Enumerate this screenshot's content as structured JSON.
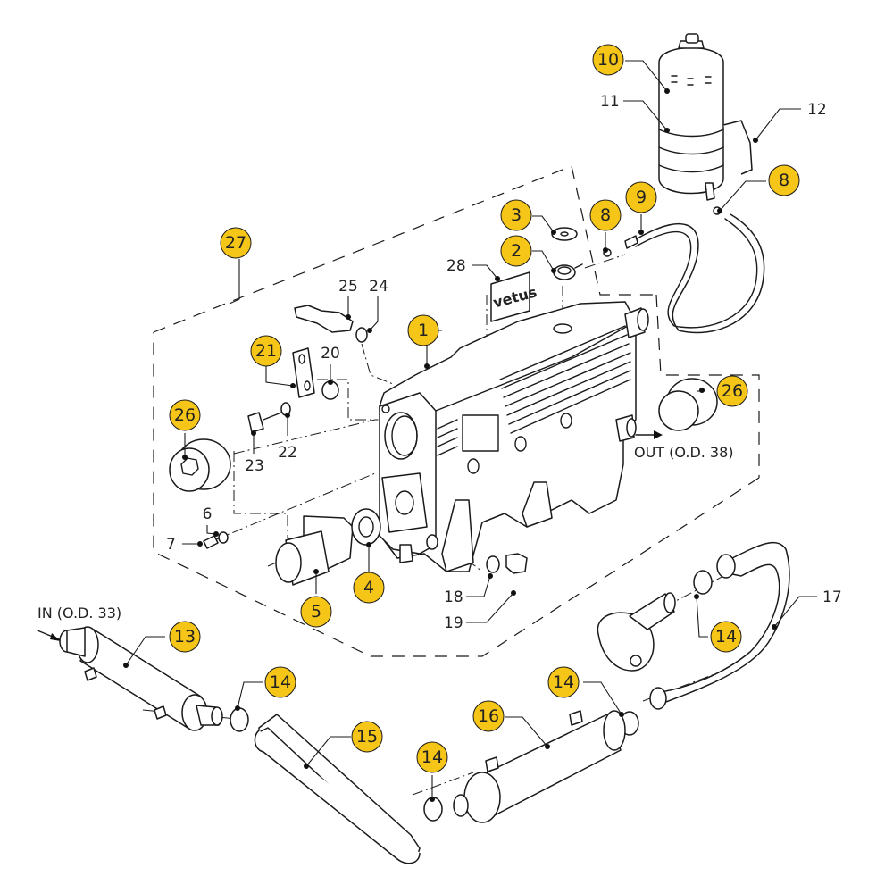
{
  "diagram": {
    "title": "Waterlock / heat exchanger exploded parts diagram",
    "colors": {
      "bubble_fill": "#F5C518",
      "line": "#1a1a1a",
      "background": "#ffffff"
    },
    "notes": {
      "inlet": "IN (O.D. 33)",
      "outlet": "OUT (O.D. 38)",
      "brand_plate": "vetus"
    },
    "callouts_highlighted": [
      {
        "id": "c1",
        "label": "1"
      },
      {
        "id": "c2",
        "label": "2"
      },
      {
        "id": "c3",
        "label": "3"
      },
      {
        "id": "c4",
        "label": "4"
      },
      {
        "id": "c5",
        "label": "5"
      },
      {
        "id": "c8a",
        "label": "8"
      },
      {
        "id": "c8b",
        "label": "8"
      },
      {
        "id": "c9",
        "label": "9"
      },
      {
        "id": "c10",
        "label": "10"
      },
      {
        "id": "c13",
        "label": "13"
      },
      {
        "id": "c14a",
        "label": "14"
      },
      {
        "id": "c14b",
        "label": "14"
      },
      {
        "id": "c14c",
        "label": "14"
      },
      {
        "id": "c14d",
        "label": "14"
      },
      {
        "id": "c15",
        "label": "15"
      },
      {
        "id": "c16",
        "label": "16"
      },
      {
        "id": "c21",
        "label": "21"
      },
      {
        "id": "c26a",
        "label": "26"
      },
      {
        "id": "c26b",
        "label": "26"
      },
      {
        "id": "c27",
        "label": "27"
      }
    ],
    "callouts_plain": [
      {
        "id": "p6",
        "label": "6"
      },
      {
        "id": "p7",
        "label": "7"
      },
      {
        "id": "p11",
        "label": "11"
      },
      {
        "id": "p12",
        "label": "12"
      },
      {
        "id": "p17",
        "label": "17"
      },
      {
        "id": "p18",
        "label": "18"
      },
      {
        "id": "p19",
        "label": "19"
      },
      {
        "id": "p20",
        "label": "20"
      },
      {
        "id": "p22",
        "label": "22"
      },
      {
        "id": "p23",
        "label": "23"
      },
      {
        "id": "p24",
        "label": "24"
      },
      {
        "id": "p25",
        "label": "25"
      },
      {
        "id": "p28",
        "label": "28"
      }
    ]
  }
}
